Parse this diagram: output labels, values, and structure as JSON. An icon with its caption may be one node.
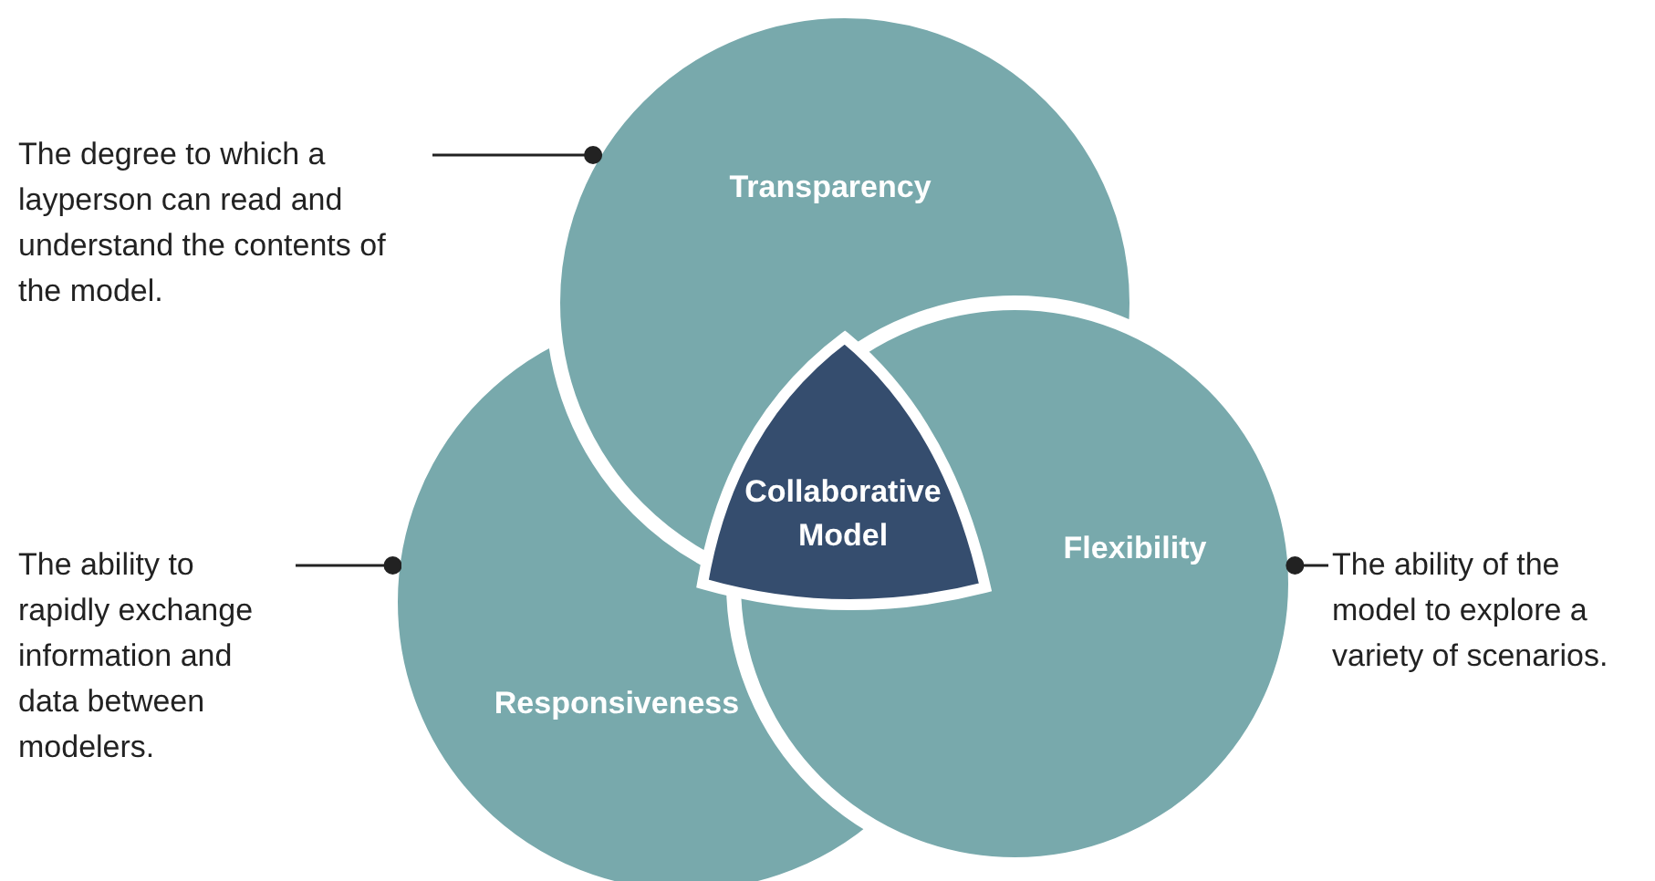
{
  "diagram": {
    "nodes": [
      {
        "text": [
          "The degree to which a layperson can read and understand the contents of the model."
        ]
      },
      {
        "text": [
          "Transparency"
        ]
      },
      {
        "text": [
          "The ability to rapidly exchange information and data between modelers."
        ]
      },
      {
        "text": [
          "Responsiveness"
        ]
      },
      {
        "text": [
          "Collaborative Model"
        ]
      },
      {
        "text": [
          "Flexibility"
        ]
      },
      {
        "text": [
          "The ability of the model to explore a variety of scenarios."
        ]
      }
    ],
    "edges": [
      {
        "from": 0,
        "to": 1,
        "arrow": "other"
      },
      {
        "from": 2,
        "to": 3,
        "arrow": "other"
      },
      {
        "from": 6,
        "to": 5,
        "arrow": "other"
      }
    ]
  }
}
